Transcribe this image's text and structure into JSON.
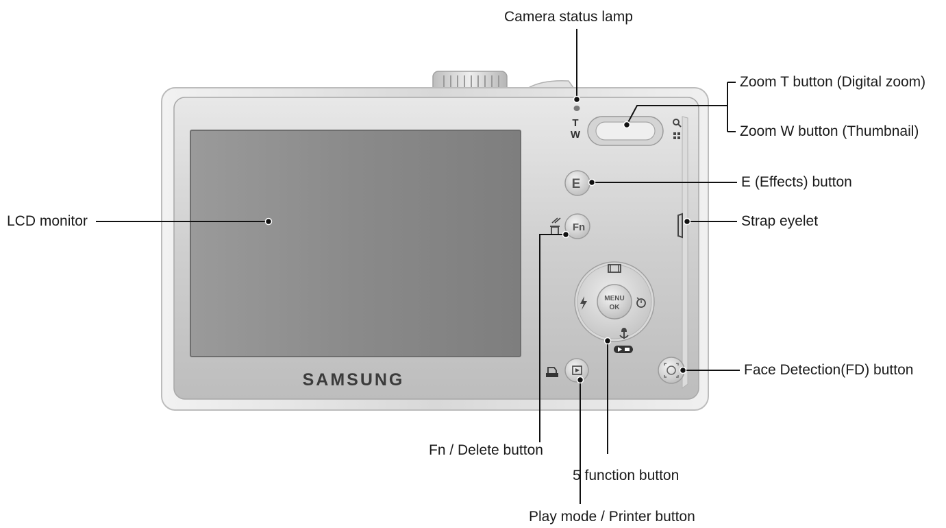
{
  "labels": {
    "status_lamp": "Camera status lamp",
    "zoom_t": "Zoom T button (Digital zoom)",
    "zoom_w": "Zoom W button (Thumbnail)",
    "effects": "E (Effects) button",
    "strap": "Strap eyelet",
    "lcd": "LCD monitor",
    "fn_delete": "Fn / Delete button",
    "five_func": "5 function button",
    "play": "Play mode / Printer button",
    "face": "Face Detection(FD) button"
  },
  "camera": {
    "brand": "SAMSUNG",
    "zoom_t_mark": "T",
    "zoom_w_mark": "W",
    "effects_mark": "E",
    "fn_mark": "Fn",
    "menu_mark": "MENU",
    "ok_mark": "OK"
  },
  "icons": [
    "zoom-magnifier-icon",
    "thumbnail-grid-icon",
    "trash-icon",
    "flash-icon",
    "timer-icon",
    "macro-flower-icon",
    "display-icon",
    "play-icon",
    "printer-icon",
    "face-detect-icon"
  ]
}
